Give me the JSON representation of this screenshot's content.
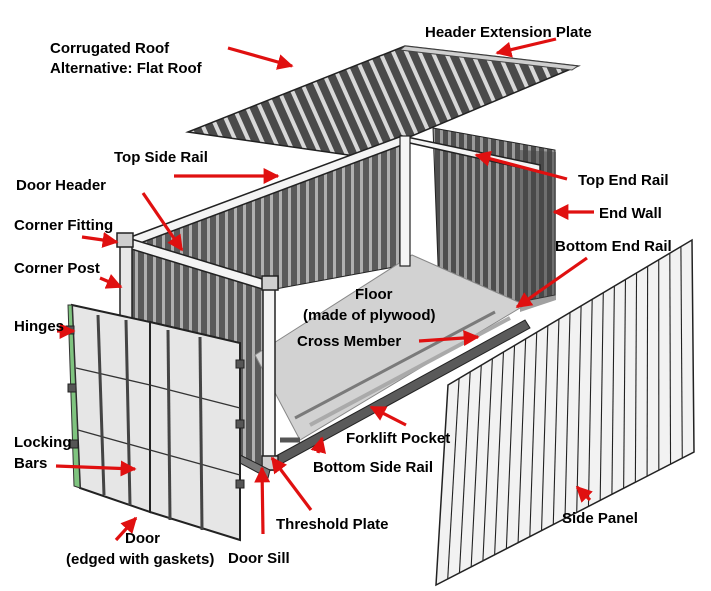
{
  "labels": {
    "roof_line1": "Corrugated Roof",
    "roof_line2": "Alternative: Flat Roof",
    "header_extension_plate": "Header Extension Plate",
    "top_side_rail": "Top Side Rail",
    "door_header": "Door Header",
    "corner_fitting": "Corner Fitting",
    "corner_post": "Corner Post",
    "hinges": "Hinges",
    "locking_bars_line1": "Locking",
    "locking_bars_line2": "Bars",
    "door_line1": "Door",
    "door_line2": "(edged with gaskets)",
    "door_sill": "Door Sill",
    "threshold_plate": "Threshold Plate",
    "bottom_side_rail": "Bottom Side Rail",
    "forklift_pocket": "Forklift Pocket",
    "cross_member": "Cross Member",
    "floor_line1": "Floor",
    "floor_line2": "(made of plywood)",
    "top_end_rail": "Top End Rail",
    "end_wall": "End Wall",
    "bottom_end_rail": "Bottom End Rail",
    "side_panel": "Side Panel"
  },
  "colors": {
    "arrow": "#e01010",
    "metal_dark": "#3c3c3c",
    "metal_mid": "#8a8a8a",
    "floor": "#d2d2d2",
    "door": "#e6e6e6",
    "panel": "#f2f2f2",
    "frame": "#f4f4f4",
    "gasket": "#7fc47f"
  }
}
